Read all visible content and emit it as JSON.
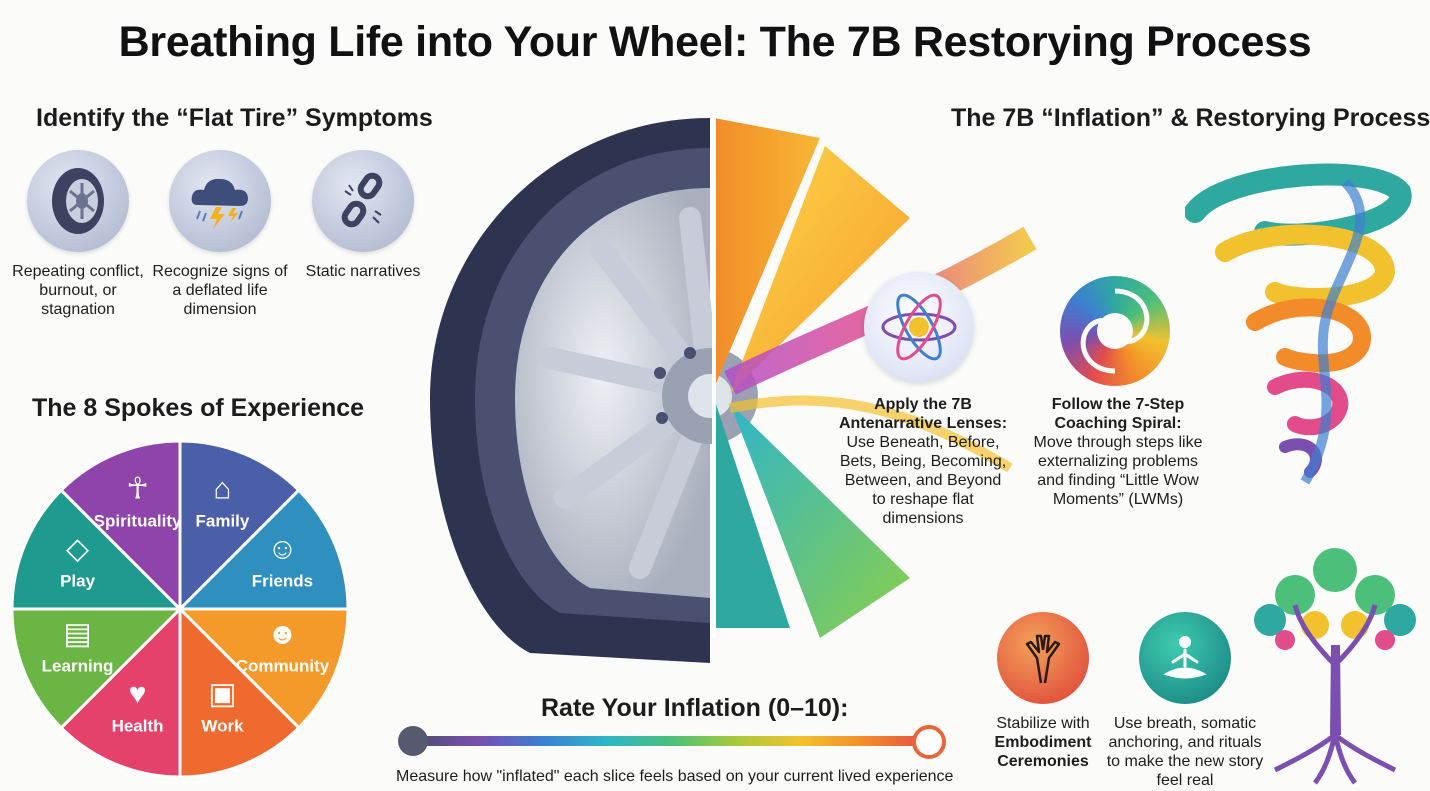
{
  "title": "Breathing Life into Your Wheel: The 7B Restorying Process",
  "symptoms": {
    "heading": "Identify the “Flat Tire” Symptoms",
    "items": [
      {
        "icon": "tire-icon",
        "text": "Repeating conflict, burnout, or stagnation"
      },
      {
        "icon": "storm-cloud-icon",
        "text": "Recognize signs of a deflated life dimension"
      },
      {
        "icon": "broken-chain-icon",
        "text": "Static narratives"
      }
    ]
  },
  "spokes": {
    "heading": "The 8 Spokes of Experience",
    "segments": [
      {
        "label": "Family",
        "icon": "house-icon",
        "color": "#4b5ea8"
      },
      {
        "label": "Friends",
        "icon": "friends-icon",
        "color": "#2f8fbf"
      },
      {
        "label": "Community",
        "icon": "community-icon",
        "color": "#f39a2b"
      },
      {
        "label": "Work",
        "icon": "briefcase-icon",
        "color": "#ee6a2e"
      },
      {
        "label": "Health",
        "icon": "heart-icon",
        "color": "#e5426b"
      },
      {
        "label": "Learning",
        "icon": "book-icon",
        "color": "#6bb544"
      },
      {
        "label": "Play",
        "icon": "kite-icon",
        "color": "#1f9a8f"
      },
      {
        "label": "Spirituality",
        "icon": "meditation-icon",
        "color": "#8e44a8"
      }
    ]
  },
  "process": {
    "heading": "The 7B “Inflation” & Restorying Process",
    "lenses": {
      "title": "Apply the 7B Antenarrative Lenses:",
      "body": "Use Beneath, Before, Bets, Being, Becoming, Between, and Beyond to reshape flat dimensions"
    },
    "spiral": {
      "title": "Follow the 7-Step Coaching Spiral:",
      "body": "Move through steps like externalizing problems and finding “Little Wow Moments” (LWMs)"
    },
    "embodiment": {
      "pre": "Stabilize with",
      "bold": "Embodiment Ceremonies"
    },
    "breath": {
      "text": "Use breath, somatic anchoring, and rituals to make the new story feel real"
    }
  },
  "rating": {
    "heading": "Rate Your Inflation (0–10):",
    "caption": "Measure how \"inflated\" each slice feels based on your current lived experience",
    "scale": [
      0,
      10
    ],
    "colors": [
      "#4a4f6a",
      "#7b4fb0",
      "#3d7fd0",
      "#2fb5c8",
      "#4cbf7a",
      "#a7c93c",
      "#f2c12e",
      "#f28c2a",
      "#e24c4c"
    ]
  }
}
